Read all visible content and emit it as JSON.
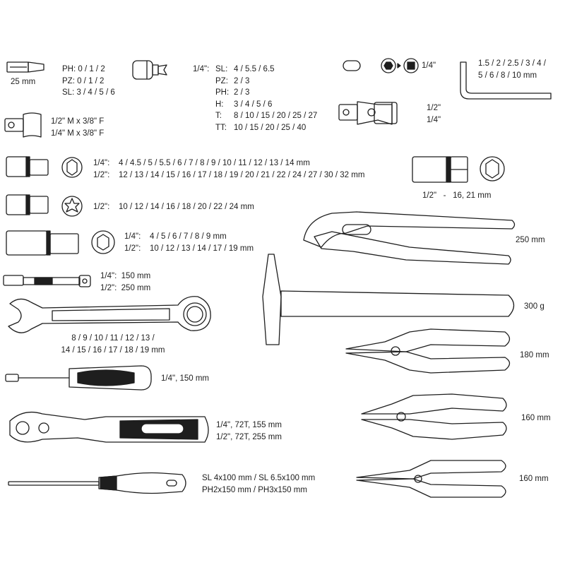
{
  "bits": {
    "length": "25 mm",
    "lines": [
      "PH: 0 / 1 / 2",
      "PZ: 0 / 1 / 2",
      "SL: 3 / 4 / 5 / 6"
    ]
  },
  "bit_sockets": {
    "drive": "1/4\":",
    "rows": [
      {
        "type": "SL:",
        "sizes": "4 / 5.5 / 6.5"
      },
      {
        "type": "PZ:",
        "sizes": "2 / 3"
      },
      {
        "type": "PH:",
        "sizes": "2 / 3"
      },
      {
        "type": "H:",
        "sizes": "3 / 4 / 5 / 6"
      },
      {
        "type": "T:",
        "sizes": "8 / 10 / 15 / 20 / 25 / 27"
      },
      {
        "type": "TT:",
        "sizes": "10 / 15 / 20 / 25 / 40"
      }
    ]
  },
  "bit_adapter": {
    "size": "1/4\""
  },
  "hex_keys": {
    "lines": [
      "1.5 / 2 / 2.5 / 3 / 4 /",
      "5 / 6 / 8 / 10 mm"
    ]
  },
  "adapters": {
    "lines": [
      "1/2\" M x 3/8\" F",
      "1/4\" M x 3/8\" F"
    ]
  },
  "universal_joint": {
    "lines": [
      "1/2\"",
      "1/4\""
    ]
  },
  "hex_sockets": {
    "rows": [
      {
        "drive": "1/4\":",
        "sizes": "4 / 4.5 / 5 / 5.5 / 6 / 7 / 8 / 9 / 10 / 11 / 12 / 13 / 14 mm"
      },
      {
        "drive": "1/2\":",
        "sizes": "12 / 13 / 14 / 15 / 16 / 17 / 18 / 19 / 20 / 21 / 22 / 24 / 27 / 30 / 32 mm"
      }
    ]
  },
  "spark_plug_sockets": {
    "text": "1/2\"   -   16, 21 mm"
  },
  "torx_sockets": {
    "drive": "1/2\":",
    "sizes": "10 / 12 / 14 / 16 / 18 / 20 / 22 / 24 mm"
  },
  "deep_sockets": {
    "rows": [
      {
        "drive": "1/4\":",
        "sizes": "4 / 5 / 6 / 7 / 8 / 9 mm"
      },
      {
        "drive": "1/2\":",
        "sizes": "10 / 12 / 13 / 14 / 17 / 19 mm"
      }
    ]
  },
  "extensions": {
    "lines": [
      "1/4\":  150 mm",
      "1/2\":  250 mm"
    ]
  },
  "combination_wrenches": {
    "lines": [
      "8 / 9 / 10 / 11 / 12 / 13 /",
      "14 / 15 / 16 / 17 / 18 / 19 mm"
    ]
  },
  "water_pump_pliers": {
    "size": "250 mm"
  },
  "hammer": {
    "weight": "300 g"
  },
  "combination_pliers": {
    "size": "180 mm"
  },
  "spinner_handle": {
    "text": "1/4\", 150 mm"
  },
  "diagonal_cutters": {
    "size": "160 mm"
  },
  "ratchets": {
    "lines": [
      "1/4\", 72T, 155 mm",
      "1/2\", 72T, 255 mm"
    ]
  },
  "long_nose_pliers": {
    "size": "160 mm"
  },
  "screwdrivers": {
    "lines": [
      "SL 4x100 mm / SL 6.5x100 mm",
      "PH2x150 mm / PH3x150 mm"
    ]
  }
}
